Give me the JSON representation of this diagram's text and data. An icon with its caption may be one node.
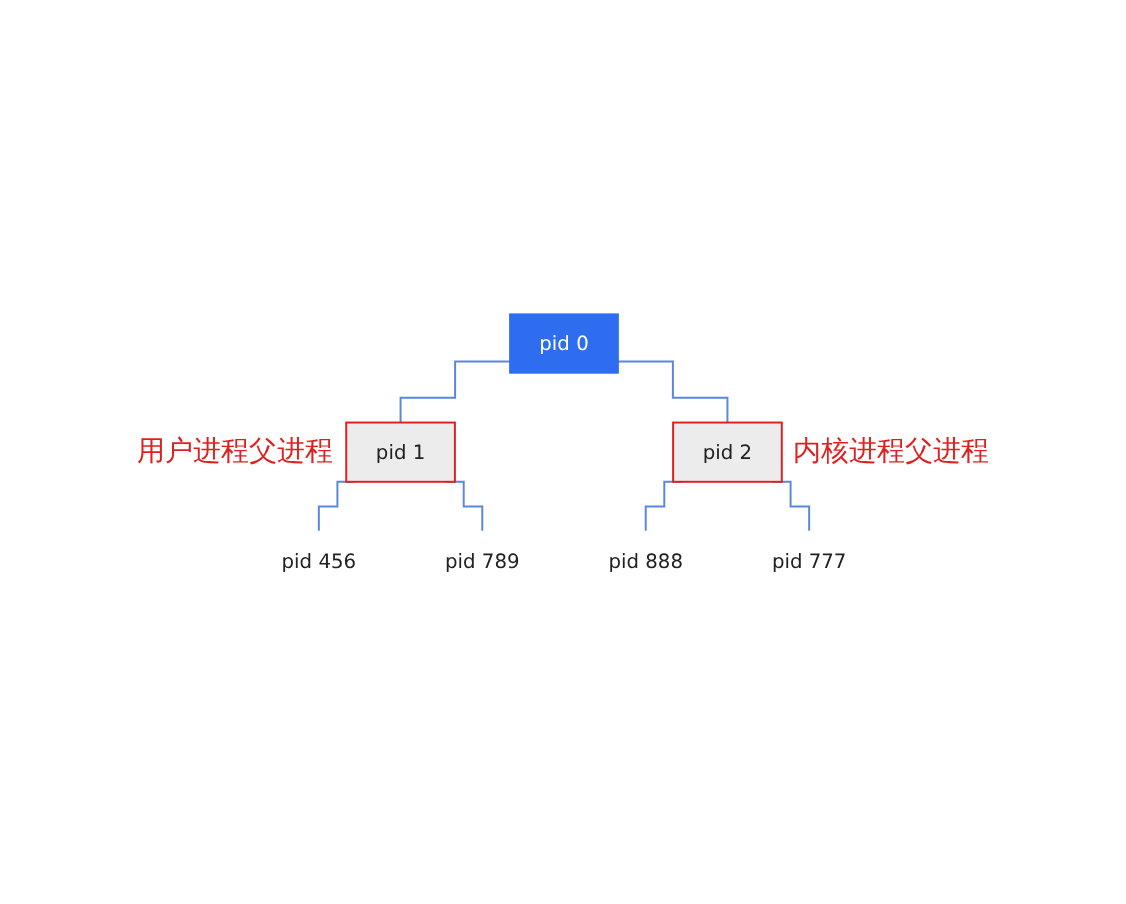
{
  "diagram": {
    "nodes": [
      {
        "text": [
          "pid 0"
        ]
      },
      {
        "text": [
          "pid 1"
        ],
        "beside": [
          "用户进程父进程"
        ]
      },
      {
        "text": [
          "pid 2"
        ],
        "beside": [
          "内核进程父进程"
        ]
      },
      {
        "text": [
          "pid 456"
        ]
      },
      {
        "text": [
          "pid 789"
        ]
      },
      {
        "text": [
          "pid 888"
        ]
      },
      {
        "text": [
          "pid 777"
        ]
      }
    ],
    "edges": [
      {
        "from": 0,
        "to": 1,
        "arrow": "none"
      },
      {
        "from": 0,
        "to": 2,
        "arrow": "none"
      },
      {
        "from": 1,
        "to": 3,
        "arrow": "none"
      },
      {
        "from": 1,
        "to": 4,
        "arrow": "none"
      },
      {
        "from": 2,
        "to": 5,
        "arrow": "none"
      },
      {
        "from": 2,
        "to": 6,
        "arrow": "none"
      }
    ]
  }
}
